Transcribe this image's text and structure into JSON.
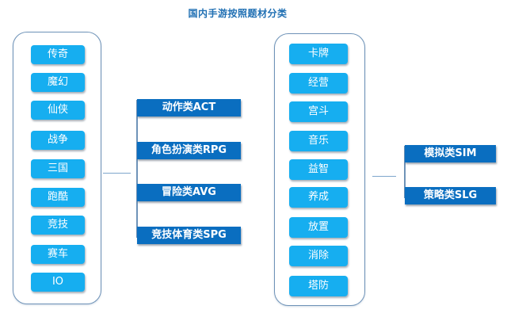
{
  "title": "国内手游按照题材分类",
  "left_group": {
    "themes": [
      "传奇",
      "魔幻",
      "仙侠",
      "战争",
      "三国",
      "跑酷",
      "竞技",
      "赛车",
      "IO"
    ],
    "categories": [
      "动作类ACT",
      "角色扮演类RPG",
      "冒险类AVG",
      "竞技体育类SPG"
    ]
  },
  "right_group": {
    "themes": [
      "卡牌",
      "经营",
      "宫斗",
      "音乐",
      "益智",
      "养成",
      "放置",
      "消除",
      "塔防"
    ],
    "categories": [
      "模拟类SIM",
      "策略类SLG"
    ]
  },
  "colors": {
    "title": "#1f6fb3",
    "theme_pill": "#16aef0",
    "category_label": "#0a6ec0",
    "panel_border": "#6f93b8"
  }
}
